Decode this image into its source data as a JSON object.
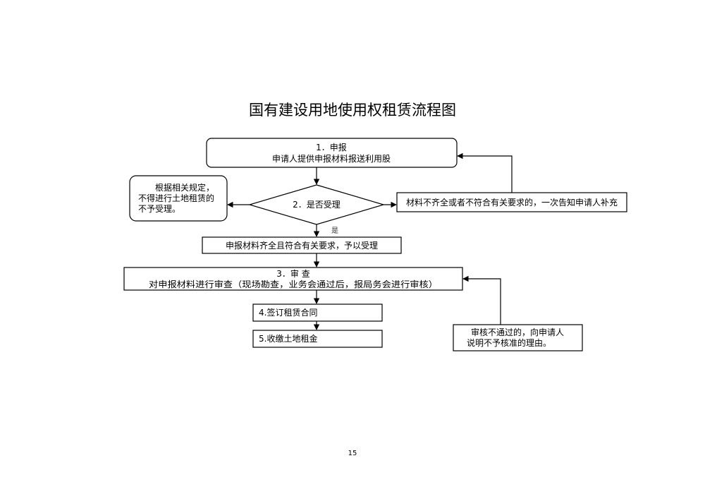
{
  "title": "国有建设用地使用权租赁流程图",
  "nodes": {
    "declare": {
      "line1": "1．申报",
      "line2": "申请人提供申报材料报送利用股"
    },
    "accept_decision": {
      "text": "2．是否受理"
    },
    "reject_note": {
      "line1": "根据相关规定，",
      "line2": "不得进行土地租赁的",
      "line3": "不予受理。"
    },
    "supplement_note": {
      "text": "材料不齐全或者不符合有关要求的，一次告知申请人补充"
    },
    "accepted": {
      "text": "申报材料齐全且符合有关要求，予以受理"
    },
    "review": {
      "line1": "3．审  查",
      "line2": "对申报材料进行审查（现场勘查，业务会通过后，报局务会进行审核）"
    },
    "sign_contract": {
      "text": "4.签订租赁合同"
    },
    "collect_rent": {
      "text": "5.收缴土地租金"
    },
    "review_fail_note": {
      "line1": "审核不通过的，向申请人",
      "line2": "说明不予核准的理由。"
    }
  },
  "edges": {
    "yes_label": "是"
  },
  "page_number": "15"
}
